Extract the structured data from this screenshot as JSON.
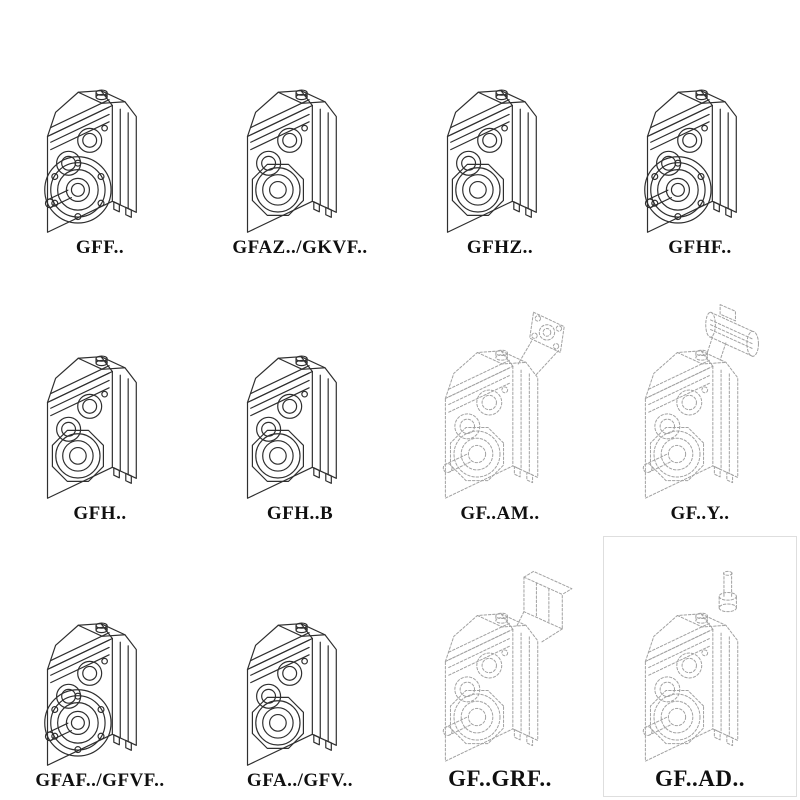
{
  "catalog": {
    "colors": {
      "background": "#ffffff",
      "solid_line": "#2f2f2f",
      "dashed_line": "#a2a2a2",
      "label_text": "#101010"
    },
    "items": [
      {
        "label": "GFF..",
        "drawing": "gearbox-output-flange",
        "style": "solid"
      },
      {
        "label": "GFAZ../GKVF..",
        "drawing": "gearbox-hollow-bore",
        "style": "solid"
      },
      {
        "label": "GFHZ..",
        "drawing": "gearbox-hollow-bore",
        "style": "solid"
      },
      {
        "label": "GFHF..",
        "drawing": "gearbox-output-flange",
        "style": "solid"
      },
      {
        "label": "GFH..",
        "drawing": "gearbox-hollow-bore",
        "style": "solid"
      },
      {
        "label": "GFH..B",
        "drawing": "gearbox-hollow-bore",
        "style": "solid"
      },
      {
        "label": "GF..AM..",
        "drawing": "gearbox-input-flange",
        "style": "dashed"
      },
      {
        "label": "GF..Y..",
        "drawing": "gearbox-with-motor",
        "style": "dashed"
      },
      {
        "label": "GFAF../GFVF..",
        "drawing": "gearbox-output-flange",
        "style": "solid"
      },
      {
        "label": "GFA../GFV..",
        "drawing": "gearbox-hollow-bore",
        "style": "solid"
      },
      {
        "label": "GF..GRF..",
        "drawing": "gearbox-adapter-box",
        "style": "dashed"
      },
      {
        "label": "GF..AD..",
        "drawing": "gearbox-vertical-shaft",
        "style": "dashed"
      }
    ]
  }
}
